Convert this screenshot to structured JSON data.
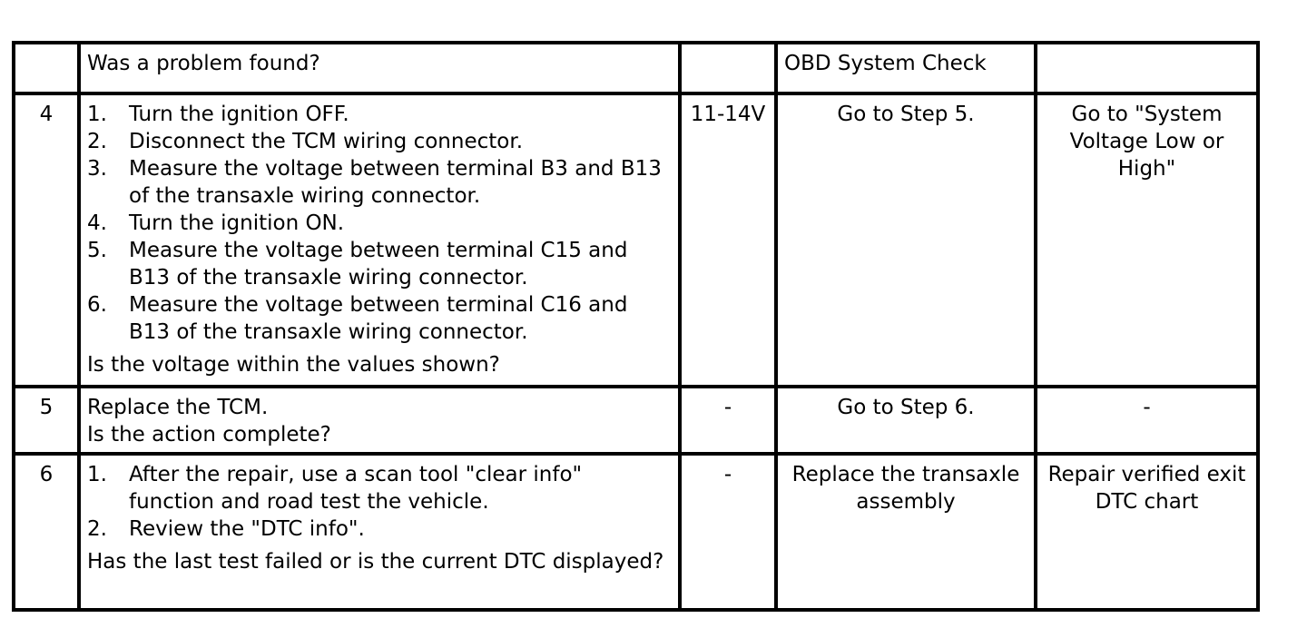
{
  "rows": [
    {
      "step": "",
      "actions": [],
      "question": "Was a problem found?",
      "value": "",
      "yes": "OBD System Check",
      "no": ""
    },
    {
      "step": "4",
      "actions": [
        {
          "num": "1.",
          "text": "Turn the ignition OFF."
        },
        {
          "num": "2.",
          "text": "Disconnect the TCM wiring connector."
        },
        {
          "num": "3.",
          "text": "Measure the voltage between terminal B3 and B13 of the transaxle wiring connector."
        },
        {
          "num": "4.",
          "text": "Turn the ignition ON."
        },
        {
          "num": "5.",
          "text": "Measure the voltage between terminal C15 and B13 of the transaxle wiring connector."
        },
        {
          "num": "6.",
          "text": "Measure the voltage between terminal C16 and B13 of the transaxle wiring connector."
        }
      ],
      "question": "Is the voltage within the values shown?",
      "value": "11-14V",
      "yes": "Go to Step 5.",
      "no": "Go to \"System Voltage Low or High\""
    },
    {
      "step": "5",
      "actions": [],
      "question_lines": [
        "Replace the TCM.",
        "Is the action complete?"
      ],
      "value": "-",
      "yes": "Go to Step 6.",
      "no": "-"
    },
    {
      "step": "6",
      "actions": [
        {
          "num": "1.",
          "text": "After the repair, use a scan tool \"clear info\" function and road test the vehicle."
        },
        {
          "num": "2.",
          "text": "Review the \"DTC info\"."
        }
      ],
      "question": "Has the last test failed or is the current DTC displayed?",
      "value": "-",
      "yes": "Replace the transaxle assembly",
      "no": "Repair verified exit DTC chart"
    }
  ]
}
